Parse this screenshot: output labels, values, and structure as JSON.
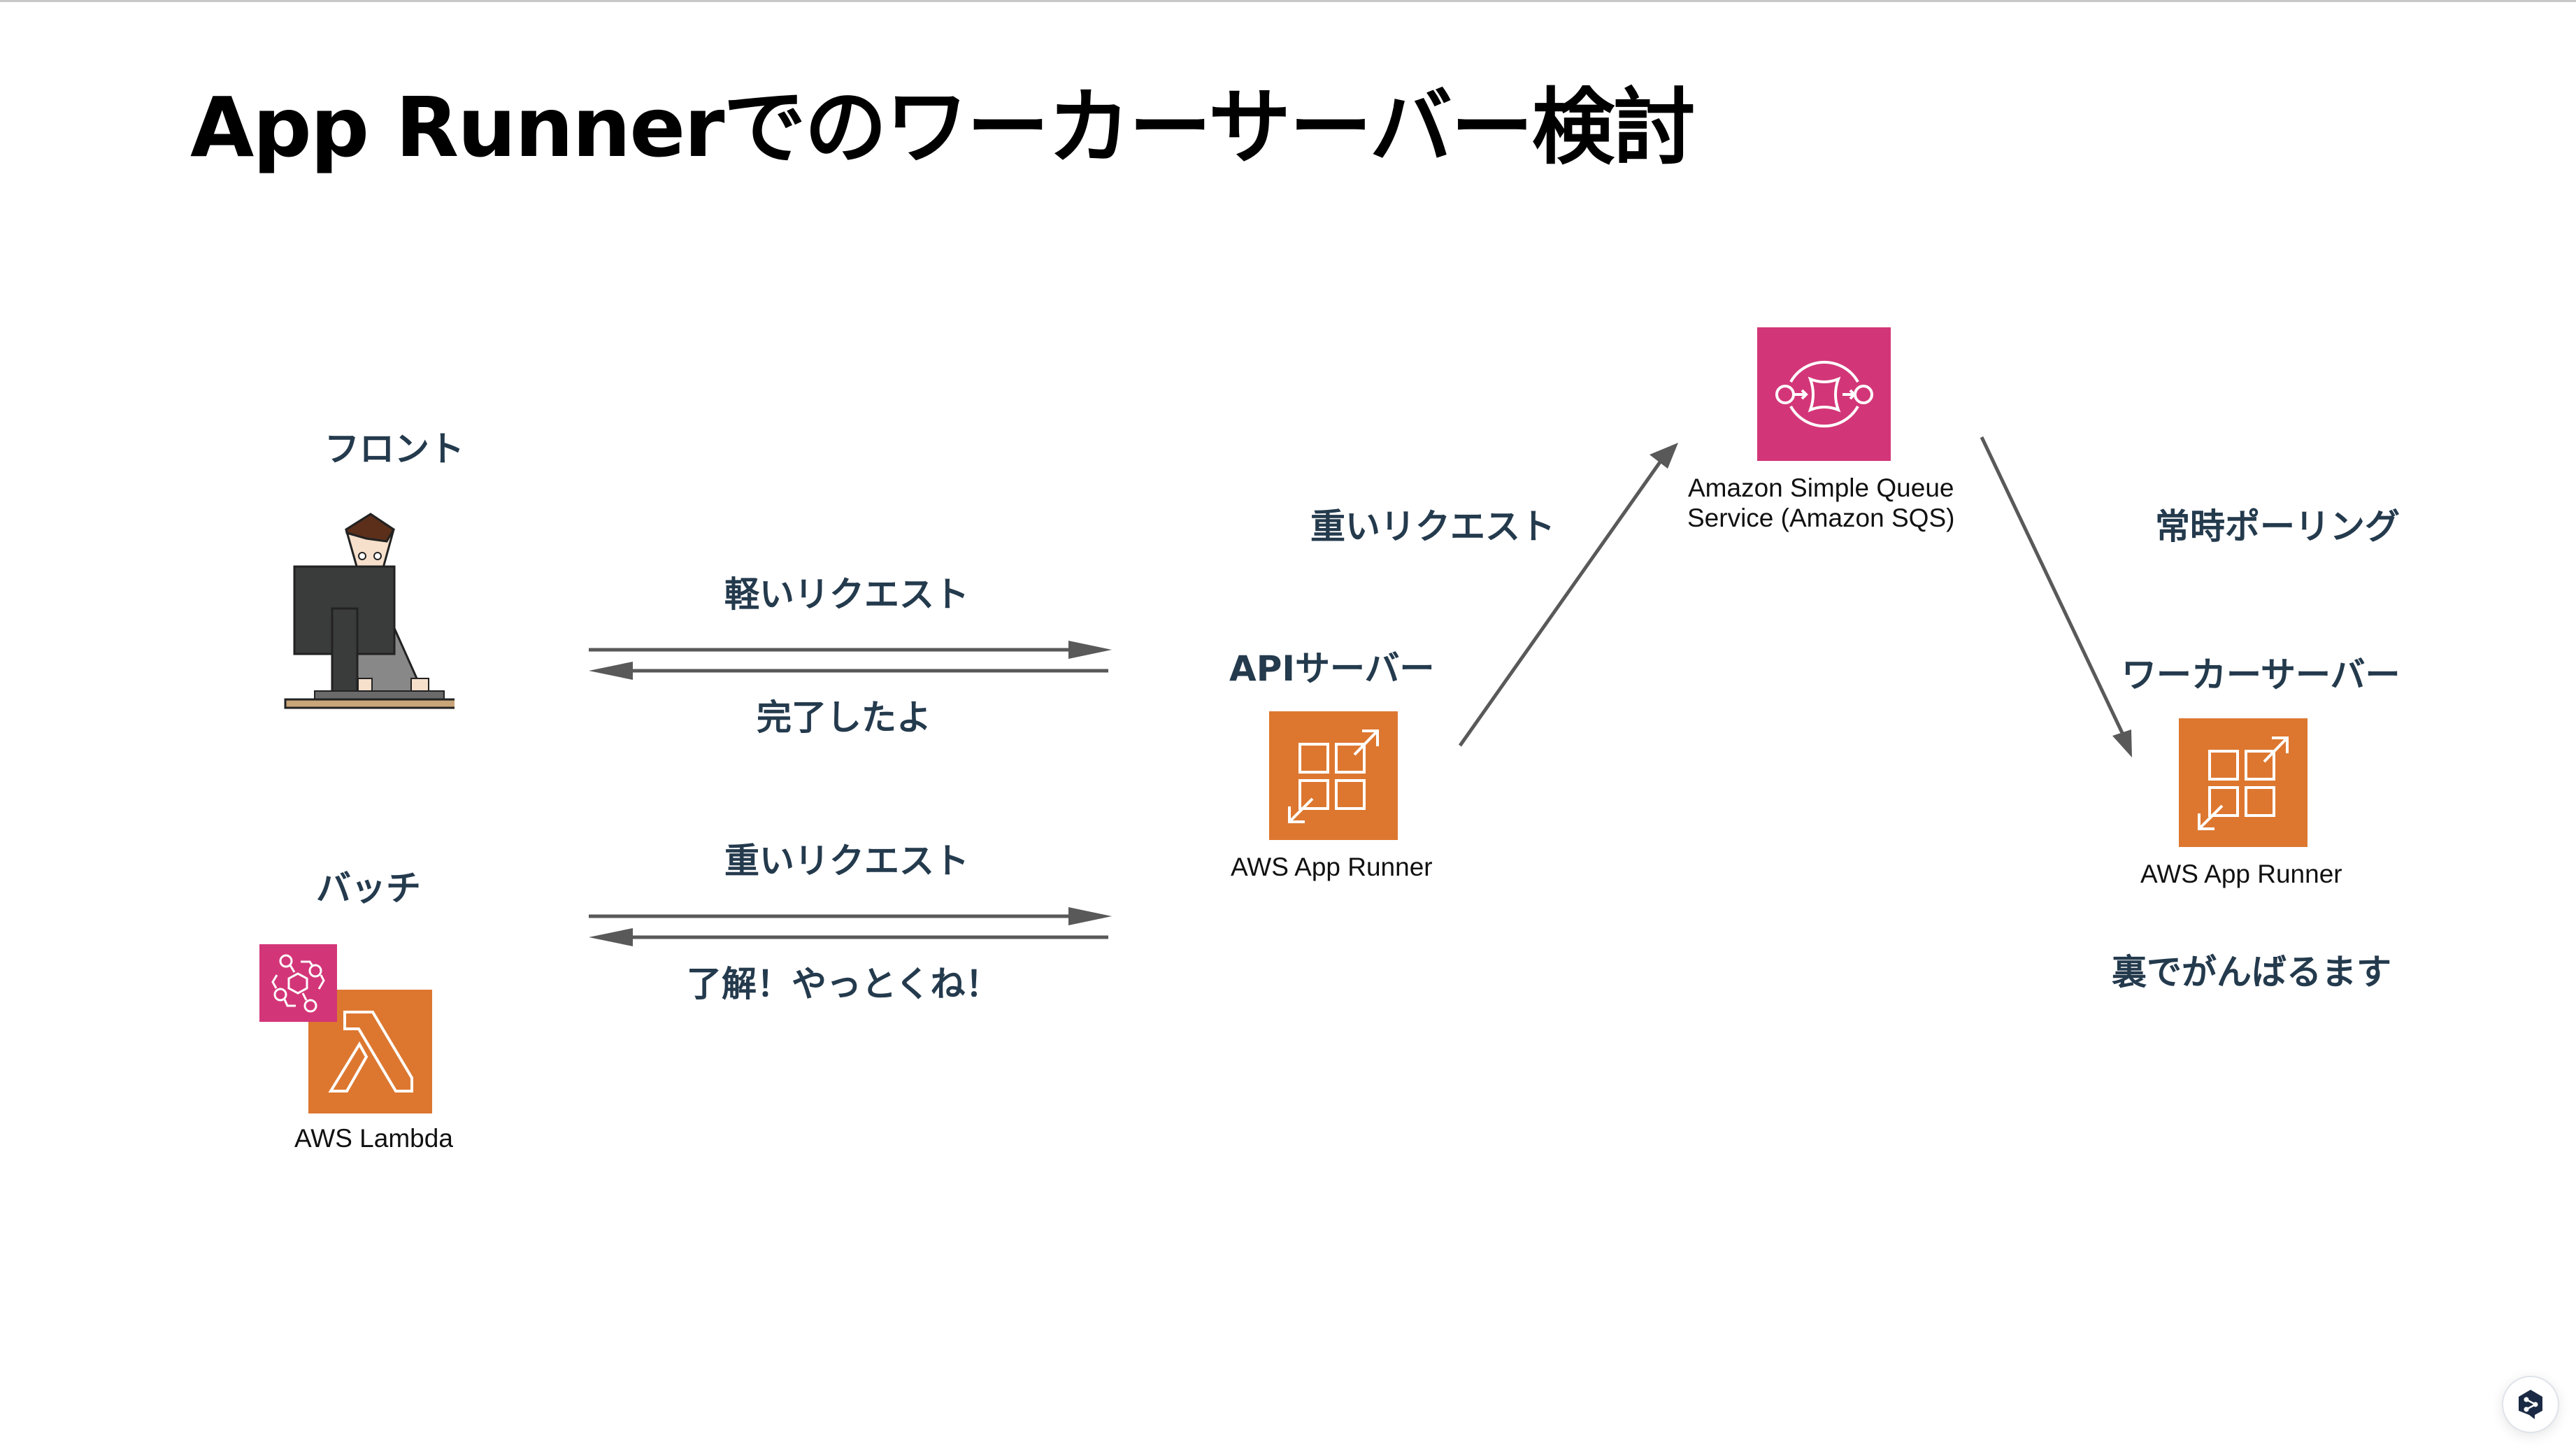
{
  "slide": {
    "title": "App Runnerでのワーカーサーバー検討"
  },
  "clients": {
    "front": {
      "label": "フロント",
      "icon": "office-worker-at-computer-illustration"
    },
    "batch": {
      "label": "バッチ",
      "icon_primary": "aws-lambda-icon",
      "icon_secondary": "amazon-eventbridge-icon",
      "service_name": "AWS Lambda"
    }
  },
  "flows": {
    "light_request": {
      "request": "軽いリクエスト",
      "response": "完了したよ"
    },
    "heavy_request": {
      "request": "重いリクエスト",
      "response": "了解！やっとくね！"
    },
    "to_queue": {
      "label": "重いリクエスト"
    },
    "polling": {
      "label": "常時ポーリング"
    }
  },
  "services": {
    "api_server": {
      "label": "APIサーバー",
      "service_name": "AWS App Runner",
      "icon": "aws-app-runner-icon"
    },
    "queue": {
      "service_name_line1": "Amazon Simple Queue",
      "service_name_line2": "Service (Amazon SQS)",
      "icon": "amazon-sqs-icon"
    },
    "worker_server": {
      "label": "ワーカーサーバー",
      "service_name": "AWS App Runner",
      "icon": "aws-app-runner-icon",
      "note": "裏でがんばるます"
    }
  },
  "colors": {
    "label_text": "#243a4d",
    "arrow": "#595959",
    "aws_compute_orange": "#dd7730",
    "aws_integration_pink": "#d33678",
    "deepl_navy": "#1b2a44"
  },
  "widgets": {
    "deepl_button": "deepl-translate-icon"
  }
}
